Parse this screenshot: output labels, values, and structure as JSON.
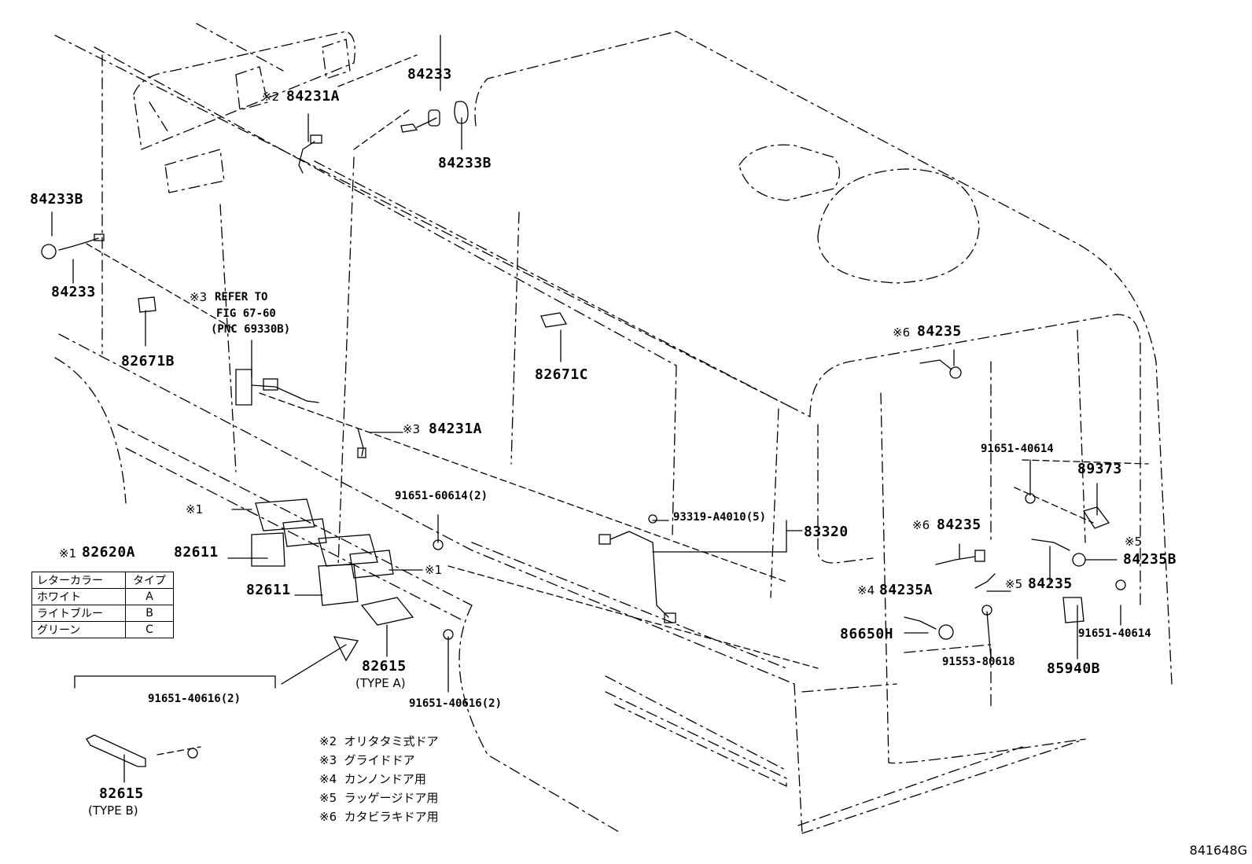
{
  "figure_code": "841648G",
  "labels": {
    "p84233_top": "84233",
    "p84231A_top": "84231A",
    "p84231A_top_mark": "※2",
    "p84233B_top": "84233B",
    "p84233B_left": "84233B",
    "p84233_left": "84233",
    "p82671B": "82671B",
    "p82671C": "82671C",
    "p84231A_mid": "84231A",
    "p84231A_mid_mark": "※3",
    "p91651_60614": "91651-60614(2)",
    "p93319": "93319-A4010(5)",
    "p83320": "83320",
    "p82611_a": "82611",
    "p82611_b": "82611",
    "p82620A": "82620A",
    "p82620A_mark": "※1",
    "mark1_upper": "※1",
    "mark1_lower": "※1",
    "p82615_a": "82615",
    "p82615_a_type": "(TYPE A)",
    "p91651_40616_right": "91651-40616(2)",
    "p91651_40616_left": "91651-40616(2)",
    "p82615_b": "82615",
    "p82615_b_type": "(TYPE B)",
    "p84235_top": "84235",
    "p84235_top_mark": "※6",
    "p91651_40614_top": "91651-40614",
    "p89373": "89373",
    "p84235_mid": "84235",
    "p84235_mid_mark": "※6",
    "p84235B": "84235B",
    "p84235B_mark": "※5",
    "p84235A": "84235A",
    "p84235A_mark": "※4",
    "p84235_low": "84235",
    "p84235_low_mark": "※5",
    "p86650H": "86650H",
    "p91553": "91553-80618",
    "p91651_40614_low": "91651-40614",
    "p85940B": "85940B"
  },
  "refer": {
    "mark": "※3",
    "line1": "REFER TO",
    "line2": "FIG 67-60",
    "line3": "(PNC 69330B)"
  },
  "color_table": {
    "headers": [
      "レターカラー",
      "タイプ"
    ],
    "rows": [
      [
        "ホワイト",
        "A"
      ],
      [
        "ライトブルー",
        "B"
      ],
      [
        "グリーン",
        "C"
      ]
    ]
  },
  "notes": [
    {
      "mark": "※2",
      "text": "オリタタミ式ドア"
    },
    {
      "mark": "※3",
      "text": "グライドドア"
    },
    {
      "mark": "※4",
      "text": "カンノンドア用"
    },
    {
      "mark": "※5",
      "text": "ラッゲージドア用"
    },
    {
      "mark": "※6",
      "text": "カタビラキドア用"
    }
  ]
}
